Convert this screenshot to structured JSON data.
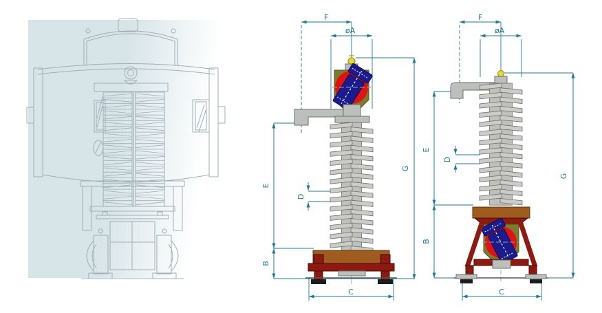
{
  "dim_labels": {
    "f": "F",
    "dia_a": "øA",
    "e": "E",
    "d": "D",
    "b": "B",
    "c": "C",
    "g": "G"
  },
  "colors": {
    "dim": "#1d7a93",
    "centerline": "#8fa6ad",
    "leftart": "#9fafb6",
    "panel": "#d7e4e8",
    "metal": "#bcc0bd",
    "metal_stroke": "#6d6f6c",
    "insulator": "#cbcbc7",
    "insulator_core": "#bfbfbb",
    "insulator_stroke": "#707070",
    "olive": "#7c7c30",
    "olive_stroke": "#54541e",
    "red": "#e01212",
    "navy": "#1b1b8e",
    "navy_stroke": "#0c0c55",
    "yellow": "#e3dc2e",
    "yellow_stroke": "#8a8420",
    "brown": "#a05c1e",
    "brown_stroke": "#5e3510",
    "maroon": "#8c1a10",
    "maroon_stroke": "#450b05",
    "black": "#1c1c1c",
    "ground": "#555555"
  },
  "figures": {
    "left_view": {
      "disc_rows": 20
    },
    "front_view": {
      "shed_pairs": 14
    },
    "side_view": {
      "shed_pairs": 13
    }
  }
}
